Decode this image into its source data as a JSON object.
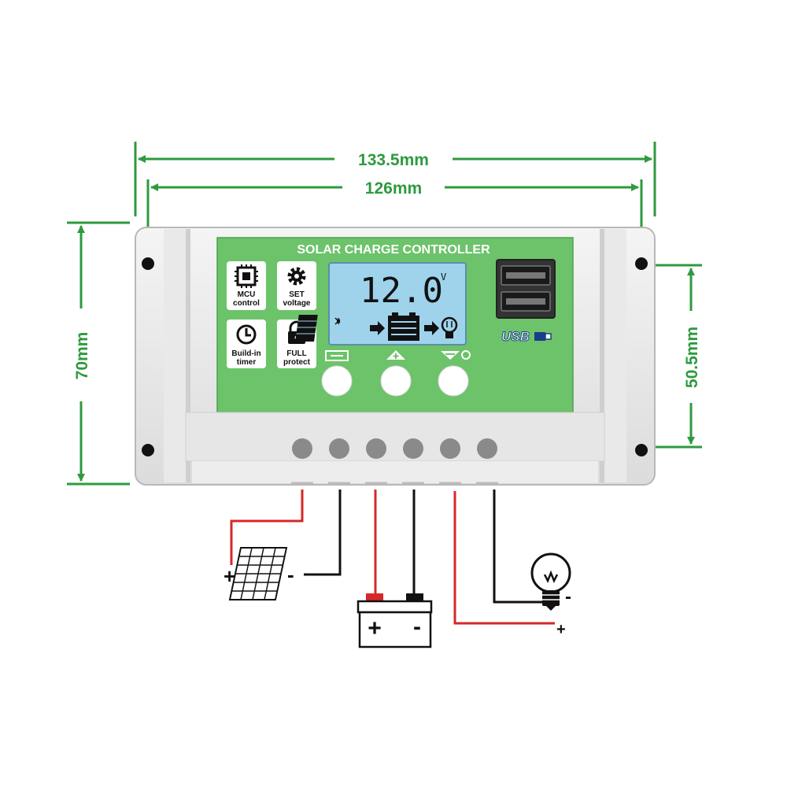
{
  "dimensions": {
    "overall_width": "133.5mm",
    "hole_spacing_width": "126mm",
    "height": "70mm",
    "hole_spacing_height": "50.5mm"
  },
  "controller": {
    "title": "SOLAR CHARGE CONTROLLER",
    "display": {
      "voltage": "12.0",
      "unit": "V"
    },
    "features": [
      {
        "icon": "chip-icon",
        "line1": "MCU",
        "line2": "control"
      },
      {
        "icon": "gear-icon",
        "line1": "SET",
        "line2": "voltage"
      },
      {
        "icon": "clock-icon",
        "line1": "Build-in",
        "line2": "timer"
      },
      {
        "icon": "lock-icon",
        "line1": "FULL",
        "line2": "protect"
      }
    ],
    "usb_label": "USB",
    "button_icons": [
      "menu-icon",
      "up-icon",
      "down-icon"
    ]
  },
  "wiring": {
    "solar_plus": "+",
    "solar_minus": "-",
    "battery_plus": "+",
    "battery_minus": "-",
    "load_plus": "+",
    "load_minus": "-"
  },
  "colors": {
    "dimension": "#2e9a3e",
    "panel_green": "#6cc36a",
    "lcd": "#9fd3ec",
    "positive_wire": "#d62828",
    "negative_wire": "#111111"
  }
}
